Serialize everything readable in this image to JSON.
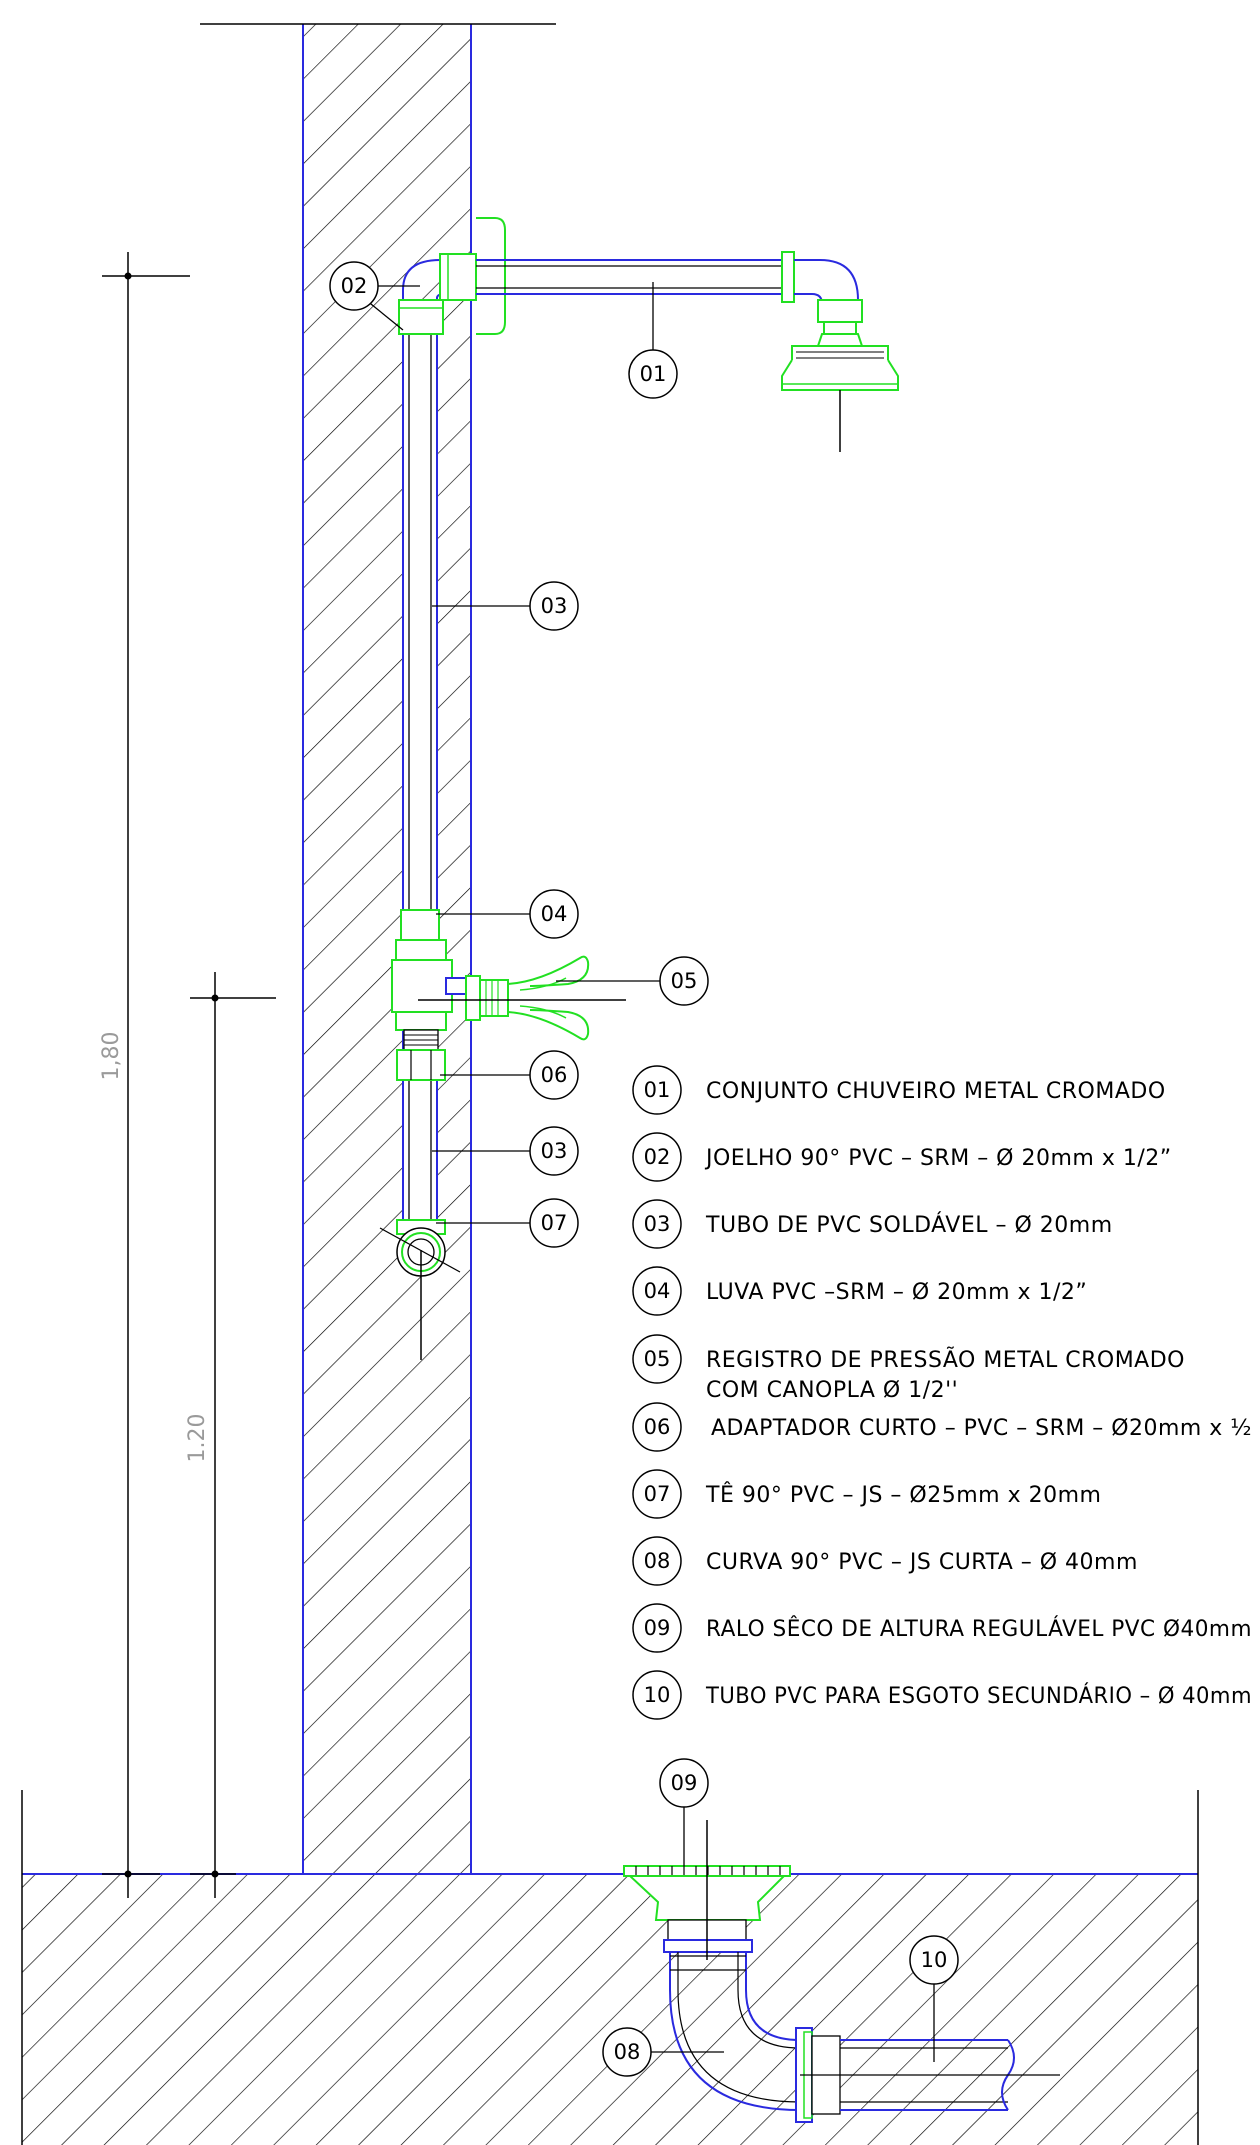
{
  "dimensions": {
    "height_180": "1,80",
    "height_120": "1.20"
  },
  "tags": {
    "t01": "01",
    "t02": "02",
    "t03a": "03",
    "t03b": "03",
    "t04": "04",
    "t05": "05",
    "t06": "06",
    "t07": "07",
    "t08": "08",
    "t09": "09",
    "t10": "10"
  },
  "legend": [
    {
      "num": "01",
      "text": "CONJUNTO CHUVEIRO METAL CROMADO",
      "text2": ""
    },
    {
      "num": "02",
      "text": "JOELHO 90° PVC – SRM – Ø 20mm x 1/2”",
      "text2": ""
    },
    {
      "num": "03",
      "text": "TUBO DE PVC SOLDÁVEL – Ø 20mm",
      "text2": ""
    },
    {
      "num": "04",
      "text": "LUVA PVC –SRM  – Ø 20mm x 1/2”",
      "text2": ""
    },
    {
      "num": "05",
      "text": "REGISTRO DE PRESSÃO METAL CROMADO",
      "text2": "COM CANOPLA Ø 1/2''"
    },
    {
      "num": "06",
      "text": "ADAPTADOR CURTO – PVC – SRM – Ø20mm x ½",
      "text2": ""
    },
    {
      "num": "07",
      "text": "TÊ 90° PVC – JS – Ø25mm x 20mm",
      "text2": ""
    },
    {
      "num": "08",
      "text": "CURVA 90° PVC – JS CURTA – Ø 40mm",
      "text2": ""
    },
    {
      "num": "09",
      "text": "RALO SÊCO DE ALTURA REGULÁVEL PVC Ø40mm",
      "text2": ""
    },
    {
      "num": "10",
      "text": "TUBO PVC PARA ESGOTO SECUNDÁRIO – Ø 40mm",
      "text2": ""
    }
  ]
}
